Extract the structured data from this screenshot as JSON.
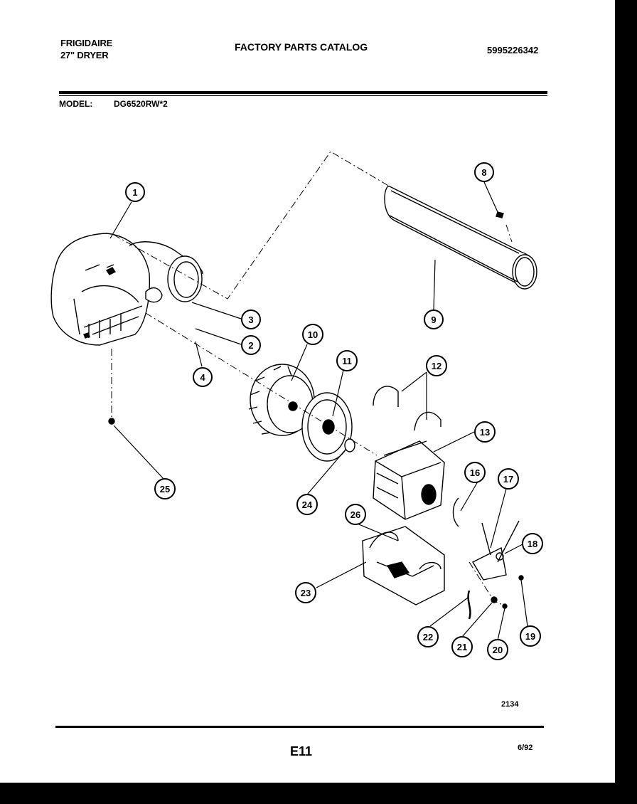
{
  "header": {
    "brand_line1": "FRIGIDAIRE",
    "brand_line2": "27\" DRYER",
    "title": "FACTORY PARTS CATALOG",
    "catalog_number": "5995226342"
  },
  "model": {
    "label": "MODEL:",
    "value": "DG6520RW*2"
  },
  "callouts": [
    "1",
    "2",
    "3",
    "4",
    "8",
    "9",
    "10",
    "11",
    "12",
    "13",
    "16",
    "17",
    "18",
    "19",
    "20",
    "21",
    "22",
    "23",
    "24",
    "25",
    "26"
  ],
  "footer": {
    "drawing_number": "2134",
    "page_number": "E11",
    "date": "6/92"
  }
}
